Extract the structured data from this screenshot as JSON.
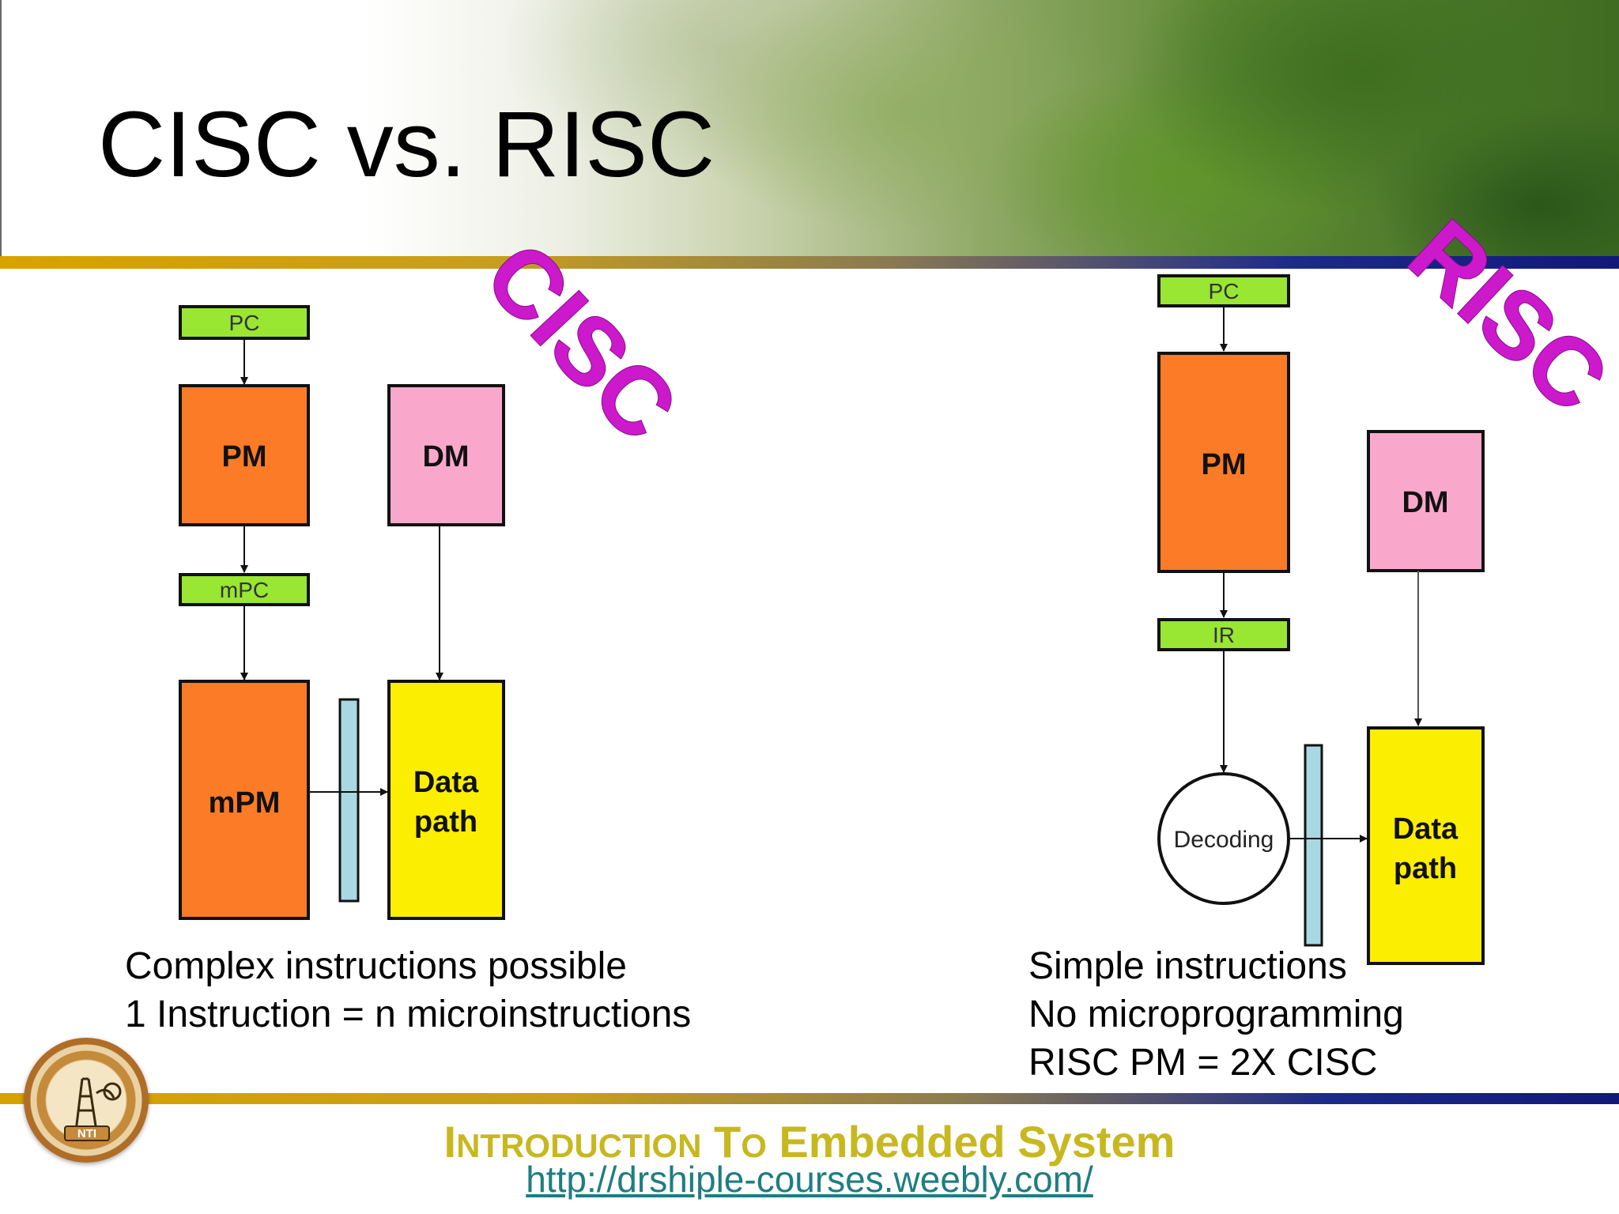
{
  "slide": {
    "title": "CISC vs. RISC"
  },
  "cisc": {
    "stamp": "CISC",
    "pc": "PC",
    "pm": "PM",
    "dm": "DM",
    "mpc": "mPC",
    "mpm": "mPM",
    "datapath_line1": "Data",
    "datapath_line2": "path",
    "caption": [
      "Complex instructions possible",
      "1 Instruction = n microinstructions"
    ]
  },
  "risc": {
    "stamp": "RISC",
    "pc": "PC",
    "pm": "PM",
    "dm": "DM",
    "ir": "IR",
    "decoding": "Decoding",
    "datapath_line1": "Data",
    "datapath_line2": "path",
    "caption": [
      "Simple instructions",
      "No microprogramming",
      "RISC PM = 2X CISC"
    ]
  },
  "colors": {
    "register": "#99e633",
    "memory_orange": "#fb7b27",
    "memory_pink": "#f9a8cc",
    "datapath_yellow": "#fbee00",
    "bus_blue": "#a8d8e2",
    "stamp_magenta": "#cc19cc",
    "footer_gold": "#c7b820",
    "link_teal": "#1f7d80"
  },
  "footer": {
    "title_cap1": "I",
    "title_small1": "NTRODUCTION",
    "title_cap2": "T",
    "title_small2": "O",
    "title_rest": "Embedded System",
    "url": "http://drshiple-courses.weebly.com/",
    "logo_text": "NTI"
  }
}
